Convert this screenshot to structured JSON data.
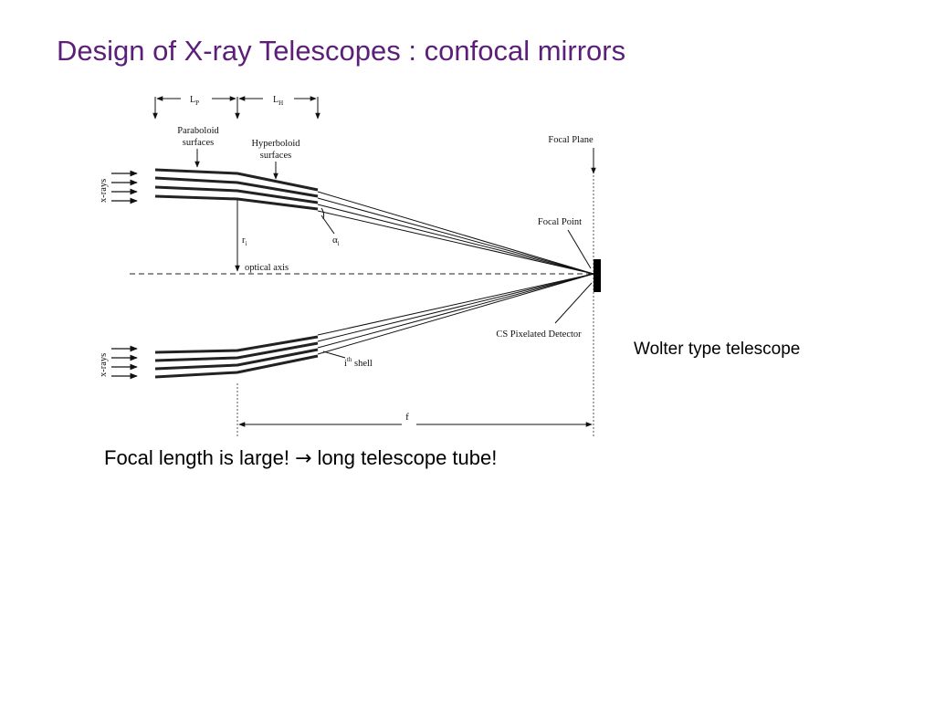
{
  "slide": {
    "title": "Design of X-ray Telescopes : confocal mirrors",
    "caption": "Wolter type telescope",
    "note_part1": "Focal length is large!",
    "note_arrow": "→",
    "note_part2": "long telescope tube!"
  },
  "diagram": {
    "labels": {
      "lp": "L",
      "lp_sub": "P",
      "lh": "L",
      "lh_sub": "H",
      "paraboloid_line1": "Paraboloid",
      "paraboloid_line2": "surfaces",
      "hyperboloid_line1": "Hyperboloid",
      "hyperboloid_line2": "surfaces",
      "focal_plane": "Focal Plane",
      "focal_point": "Focal Point",
      "xrays_top": "x-rays",
      "xrays_bottom": "x-rays",
      "ri": "r",
      "ri_sub": "i",
      "alpha": "α",
      "alpha_sub": "i",
      "optical_axis": "optical axis",
      "detector": "CS Pixelated Detector",
      "shell_i": "i",
      "shell_sup": "th",
      "shell_word": " shell",
      "focal_length": "f"
    }
  }
}
